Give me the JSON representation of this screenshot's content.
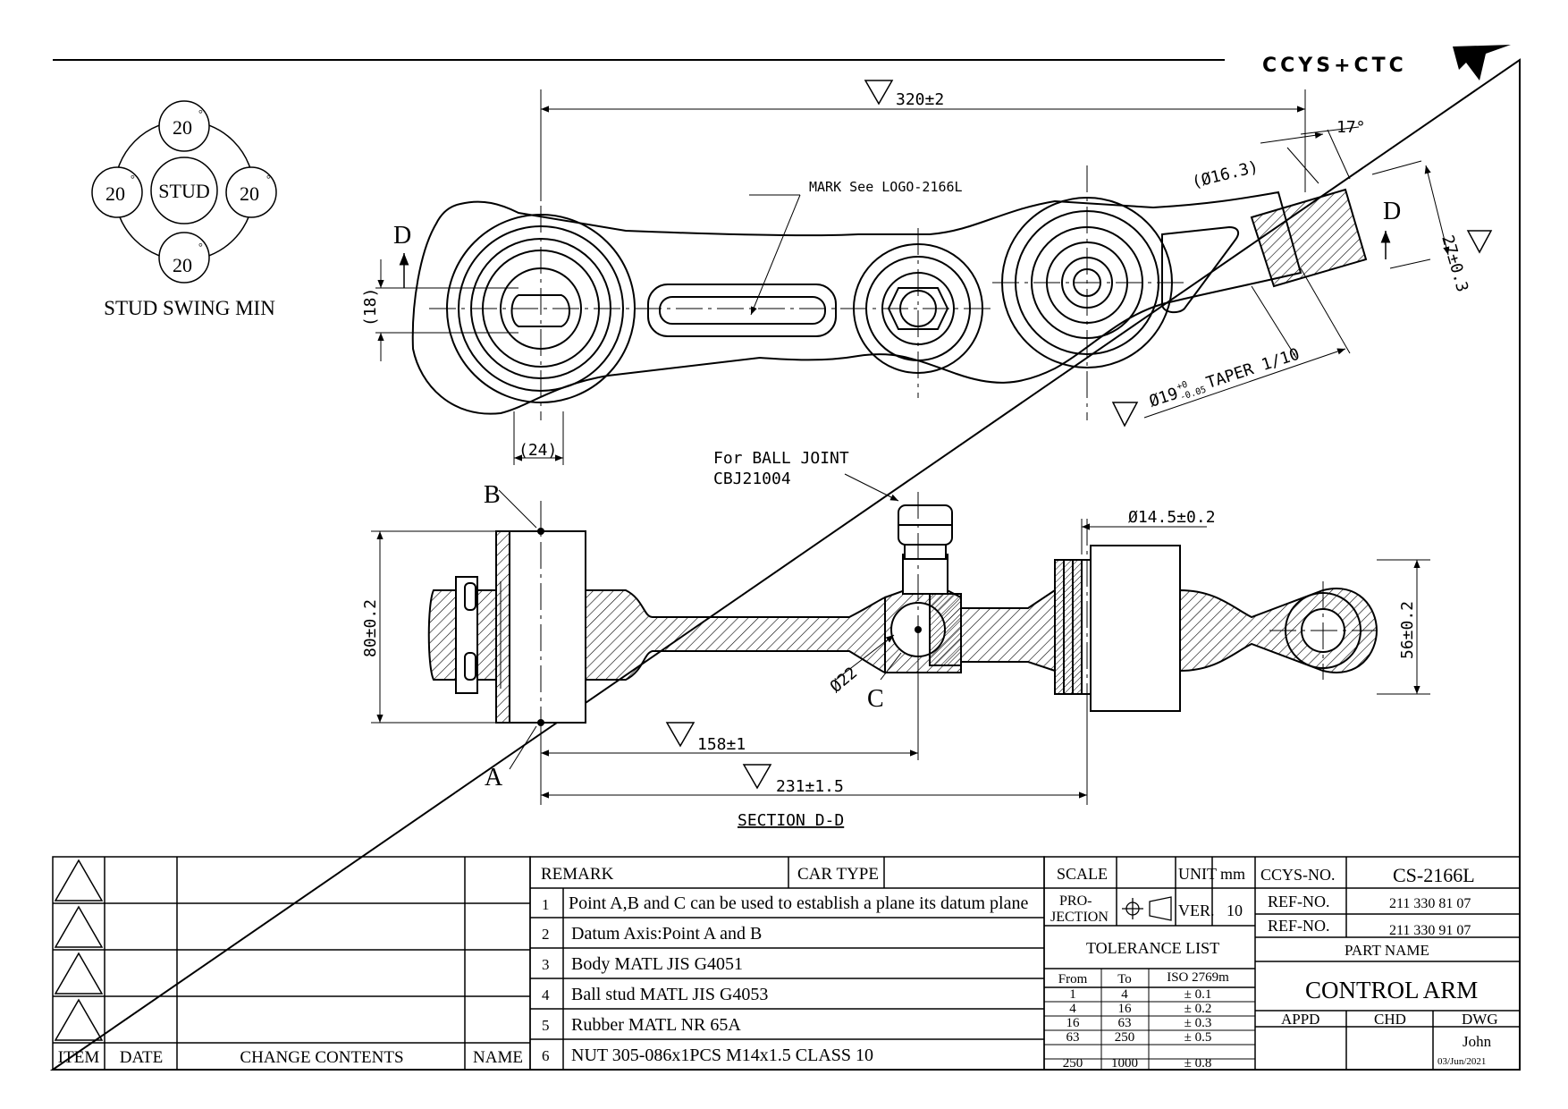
{
  "brand": {
    "logo_text": "CCYS+CTC"
  },
  "stud_swing": {
    "angles": [
      "20",
      "20",
      "20",
      "20"
    ],
    "degree_mark": "°",
    "center_label": "STUD",
    "caption": "STUD SWING MIN"
  },
  "top_view": {
    "overall_length": "320±2",
    "angle": "17°",
    "taper_diameter": "(Ø16.3)",
    "mark_note": "MARK See LOGO-2166L",
    "section_letter": "D",
    "height_dim": "(18)",
    "width_dim": "(24)",
    "taper_callout": "Ø19",
    "taper_tol_upper": "+0",
    "taper_tol_lower": "-0.05",
    "taper_text": "TAPER 1/10",
    "taper_height": "27±0.3"
  },
  "section_view": {
    "ball_joint_note_line1": "For BALL JOINT",
    "ball_joint_note_line2": "CBJ21004",
    "point_a": "A",
    "point_b": "B",
    "point_c": "C",
    "height_left": "80±0.2",
    "height_right": "56±0.2",
    "bush_diameter": "Ø14.5±0.2",
    "ball_diameter": "Ø22",
    "dim_to_c": "158±1",
    "dim_to_bush": "231±1.5",
    "title": "SECTION D-D"
  },
  "revision_table": {
    "headers": {
      "item": "ITEM",
      "date": "DATE",
      "contents": "CHANGE CONTENTS",
      "name": "NAME"
    }
  },
  "remarks": {
    "header": "REMARK",
    "car_type_label": "CAR TYPE",
    "car_type_value": "",
    "rows": [
      {
        "no": "1",
        "text": "Point A,B and C can be used to establish a plane its datum plane"
      },
      {
        "no": "2",
        "text": "Datum Axis:Point A and B"
      },
      {
        "no": "3",
        "text": "Body MATL JIS G4051"
      },
      {
        "no": "4",
        "text": "Ball stud MATL JIS G4053"
      },
      {
        "no": "5",
        "text": "Rubber MATL NR 65A"
      },
      {
        "no": "6",
        "text": "NUT 305-086x1PCS M14x1.5 CLASS 10"
      }
    ]
  },
  "title_block": {
    "scale_label": "SCALE",
    "unit_label": "UNIT",
    "unit_value": "mm",
    "projection_label_1": "PRO-",
    "projection_label_2": "JECTION",
    "ver_label": "VER.",
    "ver_value": "10",
    "tolerance_title": "TOLERANCE LIST",
    "tolerance_headers": [
      "From",
      "To",
      "ISO 2769m"
    ],
    "tolerance_rows": [
      [
        "1",
        "4",
        "± 0.1"
      ],
      [
        "4",
        "16",
        "± 0.2"
      ],
      [
        "16",
        "63",
        "± 0.3"
      ],
      [
        "63",
        "250",
        "± 0.5"
      ],
      [
        "250",
        "1000",
        "± 0.8"
      ]
    ],
    "ccys_no_label": "CCYS-NO.",
    "ccys_no_value": "CS-2166L",
    "ref_no_label": "REF-NO.",
    "ref_no_values": [
      "211 330 81 07",
      "211 330 91 07"
    ],
    "part_name_label": "PART NAME",
    "part_name_value": "CONTROL ARM",
    "appd_label": "APPD",
    "chd_label": "CHD",
    "dwg_label": "DWG",
    "dwg_name": "John",
    "dwg_date": "03/Jun/2021"
  }
}
